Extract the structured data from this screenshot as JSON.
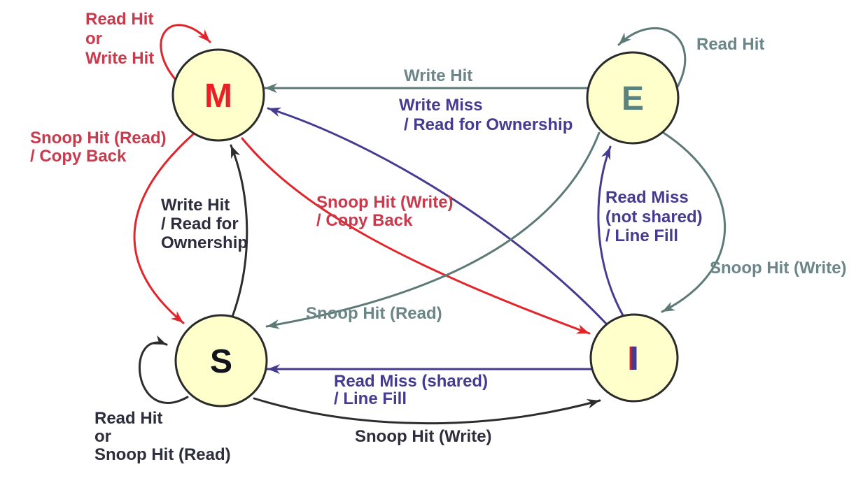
{
  "diagram": {
    "kind": "state-transition-diagram",
    "states": {
      "m": {
        "label": "M",
        "color": "#EC1F27"
      },
      "e": {
        "label": "E",
        "color": "#5A827F"
      },
      "s": {
        "label": "S",
        "color": "#14141E"
      },
      "i": {
        "label": "I",
        "color": "#433C94"
      }
    },
    "transitions": {
      "m_self": {
        "from": "M",
        "to": "M",
        "color": "#E2242B",
        "lines": [
          "Read Hit",
          "or",
          "Write Hit"
        ]
      },
      "e_self": {
        "from": "E",
        "to": "E",
        "color": "#5D7A76",
        "lines": [
          "Read Hit"
        ]
      },
      "e_to_m": {
        "from": "E",
        "to": "M",
        "color": "#5D7A76",
        "lines": [
          "Write Hit"
        ]
      },
      "i_to_m": {
        "from": "I",
        "to": "M",
        "color": "#453B90",
        "lines": [
          "Write Miss",
          "/ Read for Ownership"
        ]
      },
      "m_to_s": {
        "from": "M",
        "to": "S",
        "color": "#E2242B",
        "lines": [
          "Snoop Hit (Read)",
          "/ Copy Back"
        ]
      },
      "s_to_m": {
        "from": "S",
        "to": "M",
        "color": "#2D2D2D",
        "lines": [
          "Write Hit",
          "/ Read for",
          "Ownership"
        ]
      },
      "m_to_i": {
        "from": "M",
        "to": "I",
        "color": "#E2242B",
        "lines": [
          "Snoop Hit (Write)",
          "/ Copy Back"
        ]
      },
      "e_to_s": {
        "from": "E",
        "to": "S",
        "color": "#5D7A76",
        "lines": [
          "Snoop Hit (Read)"
        ]
      },
      "i_to_e": {
        "from": "I",
        "to": "E",
        "color": "#453B90",
        "lines": [
          "Read Miss",
          "(not shared)",
          "/ Line Fill"
        ]
      },
      "e_to_i": {
        "from": "E",
        "to": "I",
        "color": "#5D7A76",
        "lines": [
          "Snoop Hit (Write)"
        ]
      },
      "i_to_s": {
        "from": "I",
        "to": "S",
        "color": "#453B90",
        "lines": [
          "Read Miss (shared)",
          "/ Line Fill"
        ]
      },
      "s_to_i": {
        "from": "S",
        "to": "I",
        "color": "#2D2D2D",
        "lines": [
          "Snoop Hit (Write)"
        ]
      },
      "s_self": {
        "from": "S",
        "to": "S",
        "color": "#2D2D2D",
        "lines": [
          "Read Hit",
          "or",
          "Snoop Hit (Read)"
        ]
      }
    },
    "colors": {
      "state_fill": "#FFFFCC",
      "state_border": "#2B2B2B",
      "arrow_red": "#E2242B",
      "text_red": "#C93A4C",
      "arrow_gray": "#5D7A76",
      "text_gray": "#6B8688",
      "purple": "#453B90",
      "black": "#2D2D2D",
      "background": "#FFFFFF"
    }
  }
}
